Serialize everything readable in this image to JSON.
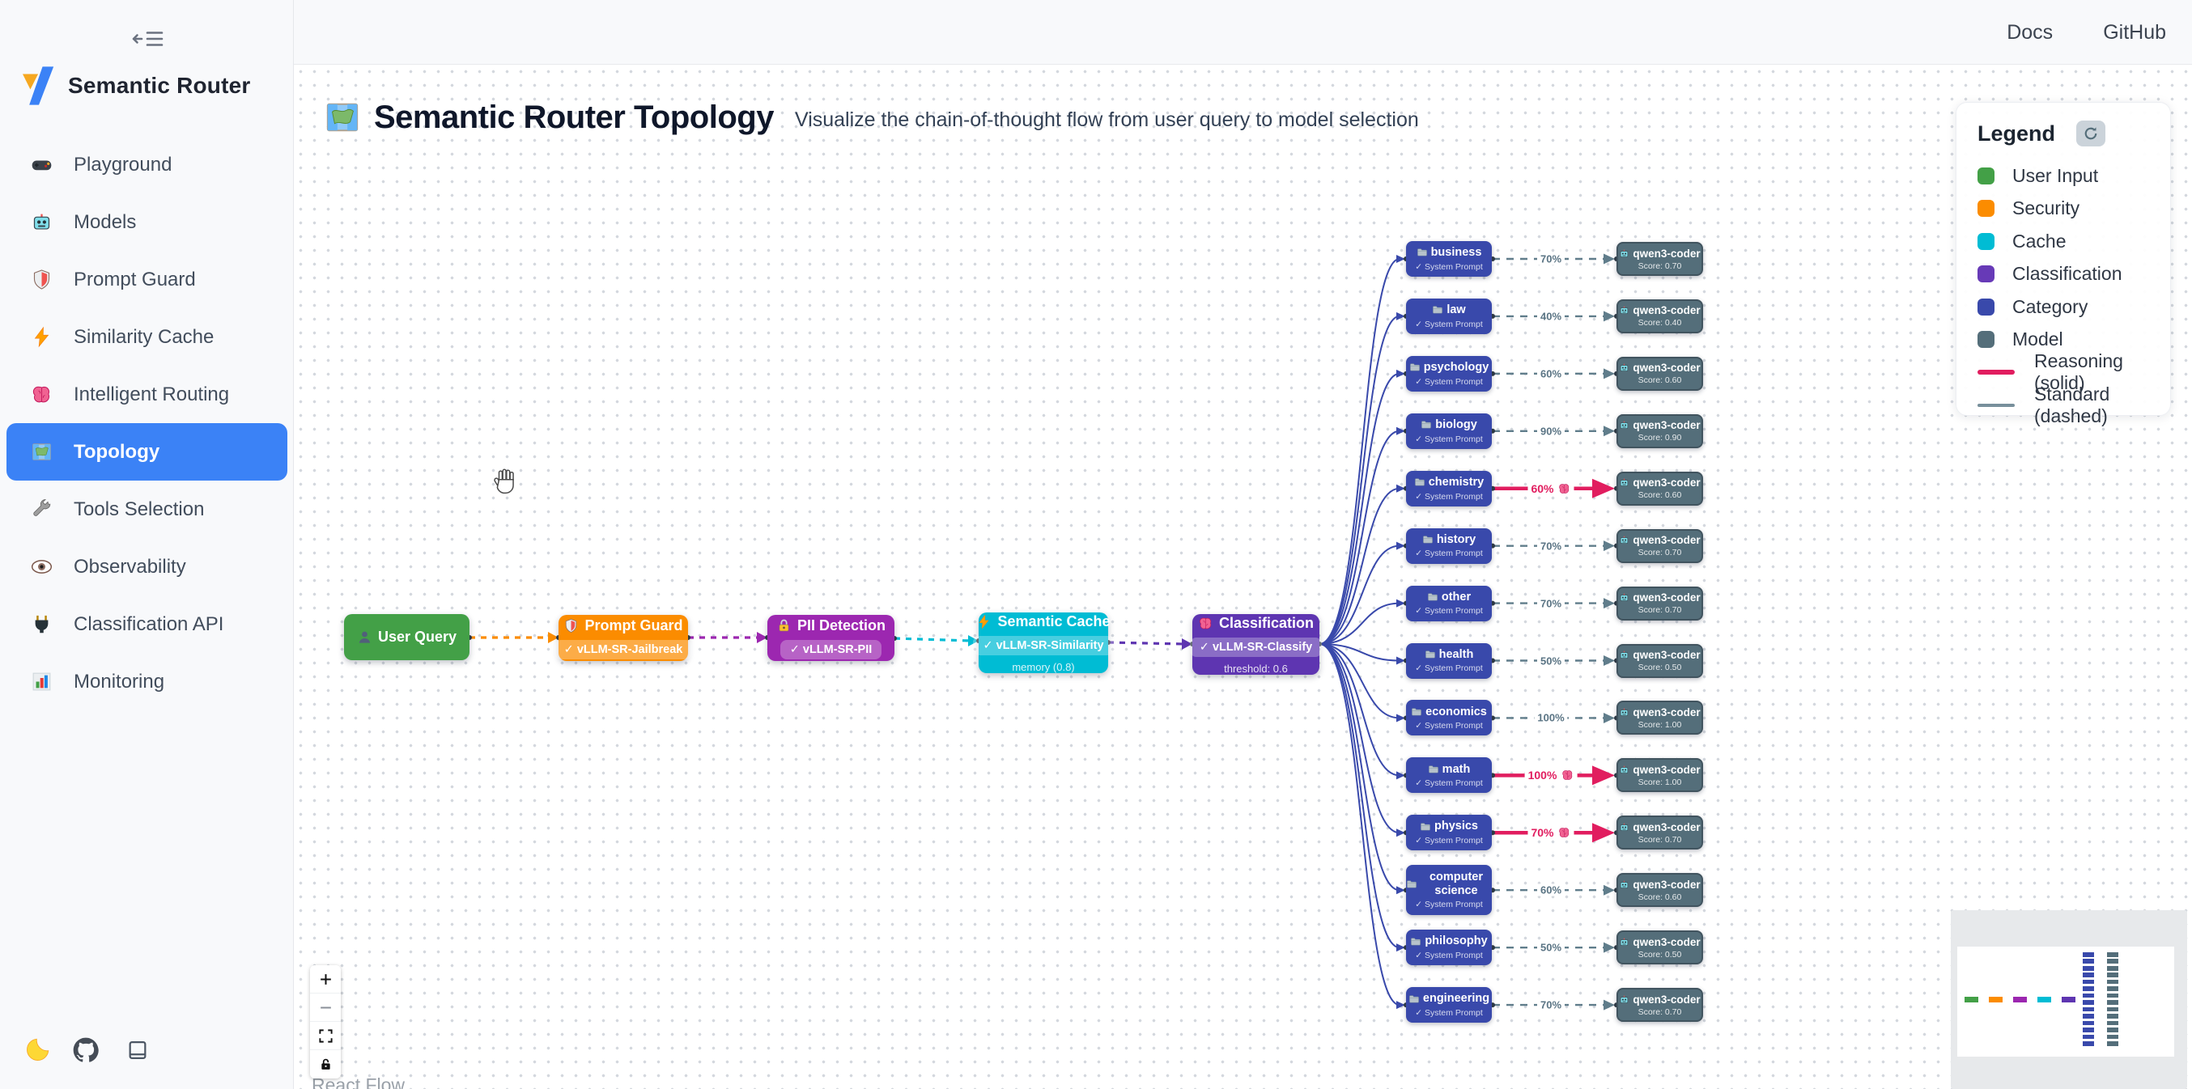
{
  "topbar": {
    "links": [
      {
        "label": "Docs"
      },
      {
        "label": "GitHub"
      }
    ]
  },
  "sidebar": {
    "brand": "Semantic Router",
    "logo_icon": "vllm-logo-icon",
    "items": [
      {
        "icon": "gamepad-icon",
        "label": "Playground",
        "active": false
      },
      {
        "icon": "robot-icon",
        "label": "Models",
        "active": false
      },
      {
        "icon": "shield-icon",
        "label": "Prompt Guard",
        "active": false
      },
      {
        "icon": "bolt-icon",
        "label": "Similarity Cache",
        "active": false
      },
      {
        "icon": "brain-icon",
        "label": "Intelligent Routing",
        "active": false
      },
      {
        "icon": "map-icon",
        "label": "Topology",
        "active": true
      },
      {
        "icon": "wrench-icon",
        "label": "Tools Selection",
        "active": false
      },
      {
        "icon": "eye-icon",
        "label": "Observability",
        "active": false
      },
      {
        "icon": "plug-icon",
        "label": "Classification API",
        "active": false
      },
      {
        "icon": "chart-icon",
        "label": "Monitoring",
        "active": false
      }
    ],
    "footer_buttons": [
      {
        "icon": "moon-icon",
        "name": "theme-toggle"
      },
      {
        "icon": "github-icon",
        "name": "github-link"
      },
      {
        "icon": "book-icon",
        "name": "docs-link"
      }
    ]
  },
  "header": {
    "icon": "map-icon",
    "title": "Semantic Router Topology",
    "subtitle": "Visualize the chain-of-thought flow from user query to model selection"
  },
  "legend": {
    "title": "Legend",
    "refresh_icon": "refresh-icon",
    "items": [
      {
        "label": "User Input",
        "color": "#43a047"
      },
      {
        "label": "Security",
        "color": "#fb8c00"
      },
      {
        "label": "Cache",
        "color": "#00bcd4"
      },
      {
        "label": "Classification",
        "color": "#673ab7"
      },
      {
        "label": "Category",
        "color": "#3949ab"
      },
      {
        "label": "Model",
        "color": "#546e7a"
      }
    ],
    "lines": [
      {
        "label": "Reasoning (solid)",
        "color": "#e11d5f",
        "thick": true
      },
      {
        "label": "Standard (dashed)",
        "color": "#78909c",
        "thick": false
      }
    ]
  },
  "pipeline": [
    {
      "icon": "person-icon",
      "title": "User Query",
      "color": "#43a047"
    },
    {
      "icon": "shield-icon",
      "title": "Prompt Guard",
      "color": "#fb8c00",
      "badge": "✓ vLLM-SR-Jailbreak"
    },
    {
      "icon": "lock-icon",
      "title": "PII Detection",
      "color": "#9c27b0",
      "badge": "✓ vLLM-SR-PII"
    },
    {
      "icon": "bolt-icon",
      "title": "Semantic Cache",
      "color": "#00bcd4",
      "badge": "✓ vLLM-SR-Similarity",
      "sub": "memory (0.8)"
    },
    {
      "icon": "brain-icon",
      "title": "Classification",
      "color": "#5e35b1",
      "badge": "✓ vLLM-SR-Classify",
      "sub": "threshold: 0.6"
    }
  ],
  "pipeline_edge_colors": [
    "#fb8c00",
    "#9c27b0",
    "#00bcd4",
    "#5e35b1"
  ],
  "categories": {
    "icon": "folder-icon",
    "subtitle": "✓ System Prompt",
    "model_icon": "robot-icon",
    "model_name": "qwen3-coder",
    "fan_color": "#3949ab",
    "standard_color": "#607d8b",
    "reasoning_color": "#e11d5f",
    "rows": [
      {
        "name": "business",
        "percent": "70%",
        "score": "Score: 0.70",
        "reasoning": false
      },
      {
        "name": "law",
        "percent": "40%",
        "score": "Score: 0.40",
        "reasoning": false
      },
      {
        "name": "psychology",
        "percent": "60%",
        "score": "Score: 0.60",
        "reasoning": false
      },
      {
        "name": "biology",
        "percent": "90%",
        "score": "Score: 0.90",
        "reasoning": false
      },
      {
        "name": "chemistry",
        "percent": "60%",
        "score": "Score: 0.60",
        "reasoning": true
      },
      {
        "name": "history",
        "percent": "70%",
        "score": "Score: 0.70",
        "reasoning": false
      },
      {
        "name": "other",
        "percent": "70%",
        "score": "Score: 0.70",
        "reasoning": false
      },
      {
        "name": "health",
        "percent": "50%",
        "score": "Score: 0.50",
        "reasoning": false
      },
      {
        "name": "economics",
        "percent": "100%",
        "score": "Score: 1.00",
        "reasoning": false
      },
      {
        "name": "math",
        "percent": "100%",
        "score": "Score: 1.00",
        "reasoning": true
      },
      {
        "name": "physics",
        "percent": "70%",
        "score": "Score: 0.70",
        "reasoning": true
      },
      {
        "name": "computer science",
        "percent": "60%",
        "score": "Score: 0.60",
        "reasoning": false
      },
      {
        "name": "philosophy",
        "percent": "50%",
        "score": "Score: 0.50",
        "reasoning": false
      },
      {
        "name": "engineering",
        "percent": "70%",
        "score": "Score: 0.70",
        "reasoning": false
      }
    ]
  },
  "controls": [
    {
      "icon": "plus-icon",
      "name": "zoom-in"
    },
    {
      "icon": "minus-icon",
      "name": "zoom-out"
    },
    {
      "icon": "fit-view-icon",
      "name": "fit-view"
    },
    {
      "icon": "lock-icon-dark",
      "name": "toggle-interactivity"
    }
  ],
  "minimap": {
    "pipeline_colors": [
      "#43a047",
      "#fb8c00",
      "#9c27b0",
      "#00bcd4",
      "#5e35b1"
    ],
    "category_color": "#3949ab",
    "model_color": "#546e7a"
  },
  "attribution": "React Flow"
}
